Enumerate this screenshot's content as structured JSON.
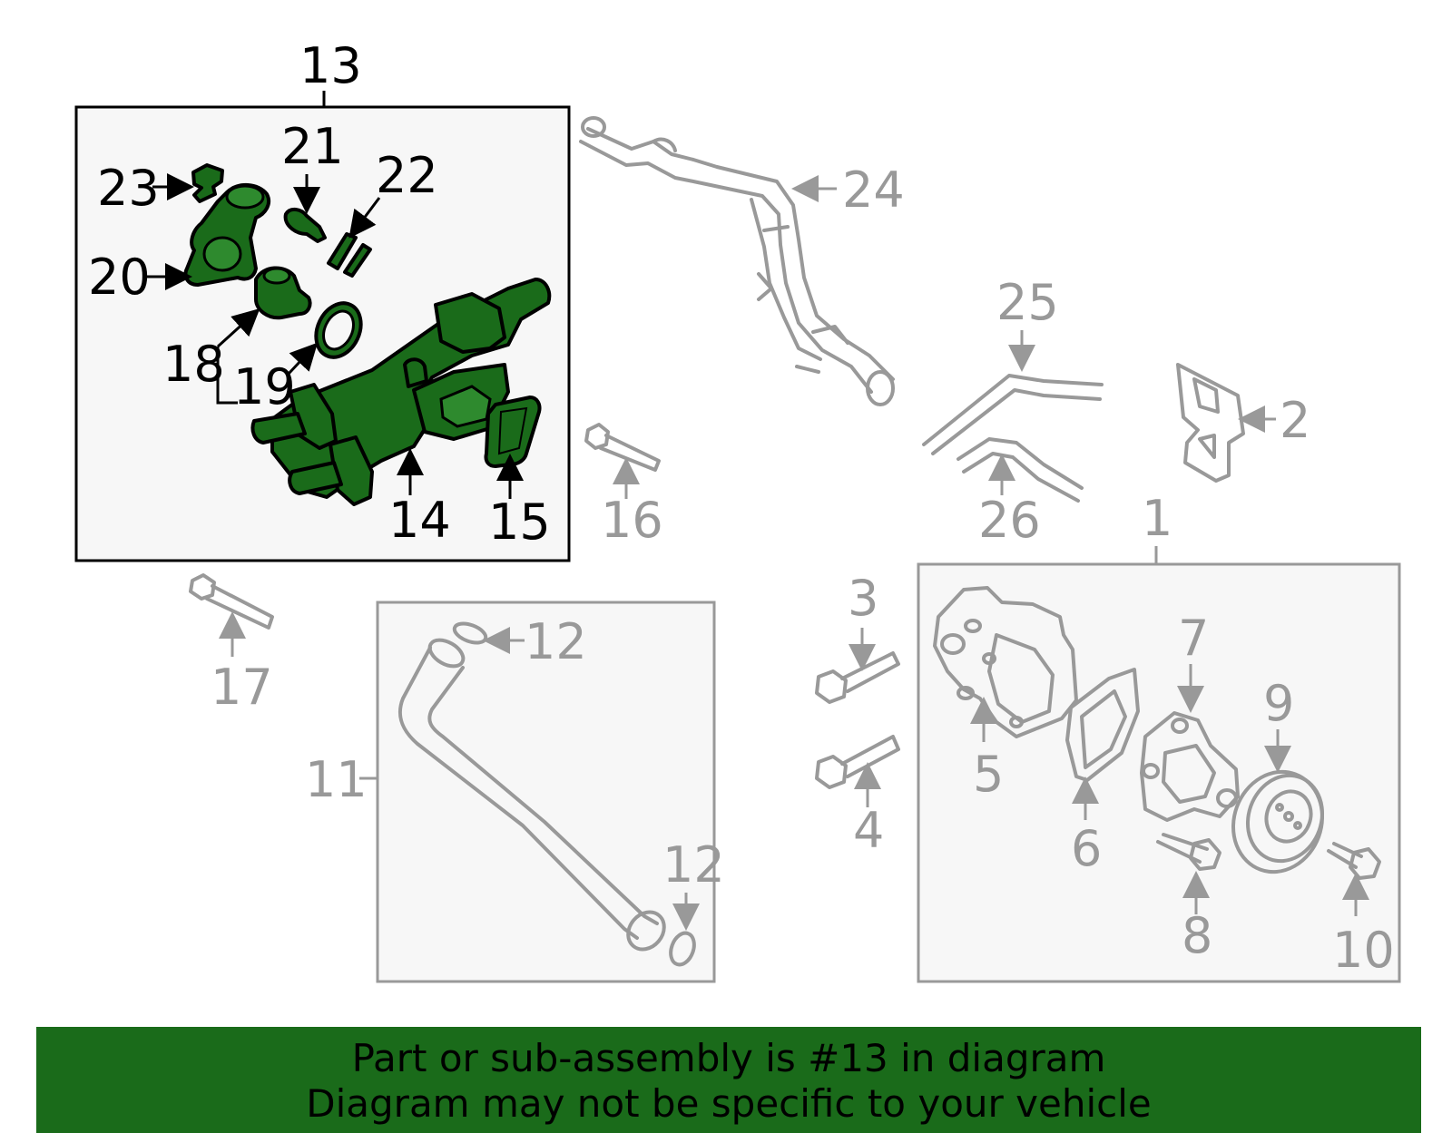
{
  "colors": {
    "highlight_green": "#1a6b1a",
    "inactive_grey": "#999999",
    "box_fill": "#f7f7f7"
  },
  "callouts": {
    "c1": "1",
    "c2": "2",
    "c3": "3",
    "c4": "4",
    "c5": "5",
    "c6": "6",
    "c7": "7",
    "c8": "8",
    "c9": "9",
    "c10": "10",
    "c11": "11",
    "c12a": "12",
    "c12b": "12",
    "c13": "13",
    "c14": "14",
    "c15": "15",
    "c16": "16",
    "c17": "17",
    "c18": "18",
    "c19": "19",
    "c20": "20",
    "c21": "21",
    "c22": "22",
    "c23": "23",
    "c24": "24",
    "c25": "25",
    "c26": "26"
  },
  "banner": {
    "line1": "Part or sub-assembly is #13 in diagram",
    "line2": "Diagram may not be specific to your vehicle"
  }
}
